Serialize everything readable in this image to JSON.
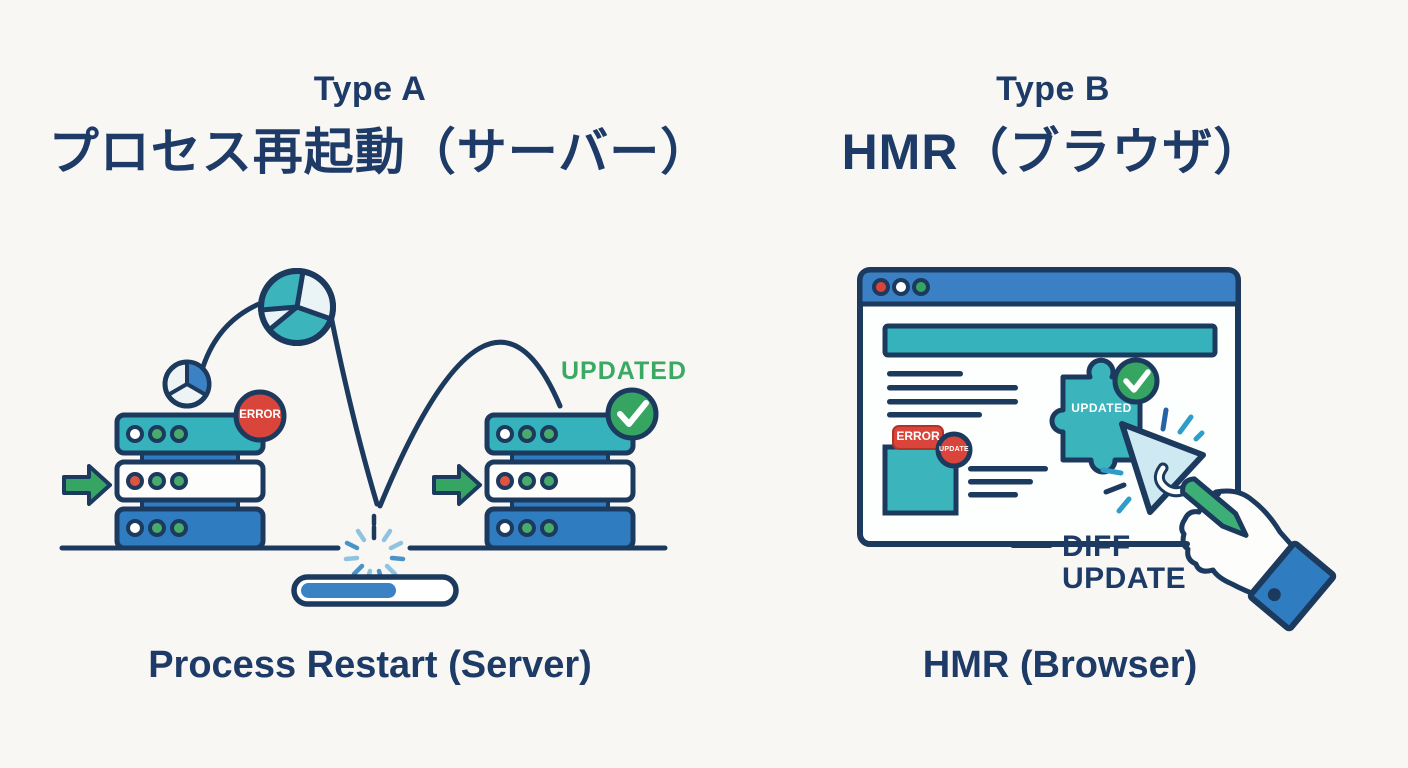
{
  "palette": {
    "navy": "#1c3a5e",
    "teal": "#35b2bb",
    "blue": "#2f7dc0",
    "green": "#36a564",
    "red": "#d9453a",
    "light_blue": "#cfe9f3",
    "background": "#f8f7f4"
  },
  "left_panel": {
    "type_label": "Type A",
    "title_ja": "プロセス再起動（サーバー）",
    "caption": "Process Restart (Server)",
    "server_before": {
      "error_badge": "ERROR"
    },
    "server_after": {
      "updated_label": "UPDATED"
    }
  },
  "right_panel": {
    "type_label": "Type B",
    "title_ja": "HMR（ブラウザ）",
    "caption": "HMR (Browser)",
    "browser": {
      "error_badge": "ERROR",
      "update_badge": "UPDATE",
      "patch_updated_badge": "UPDATED",
      "diff_label_line1": "DIFF",
      "diff_label_line2": "UPDATE"
    }
  }
}
